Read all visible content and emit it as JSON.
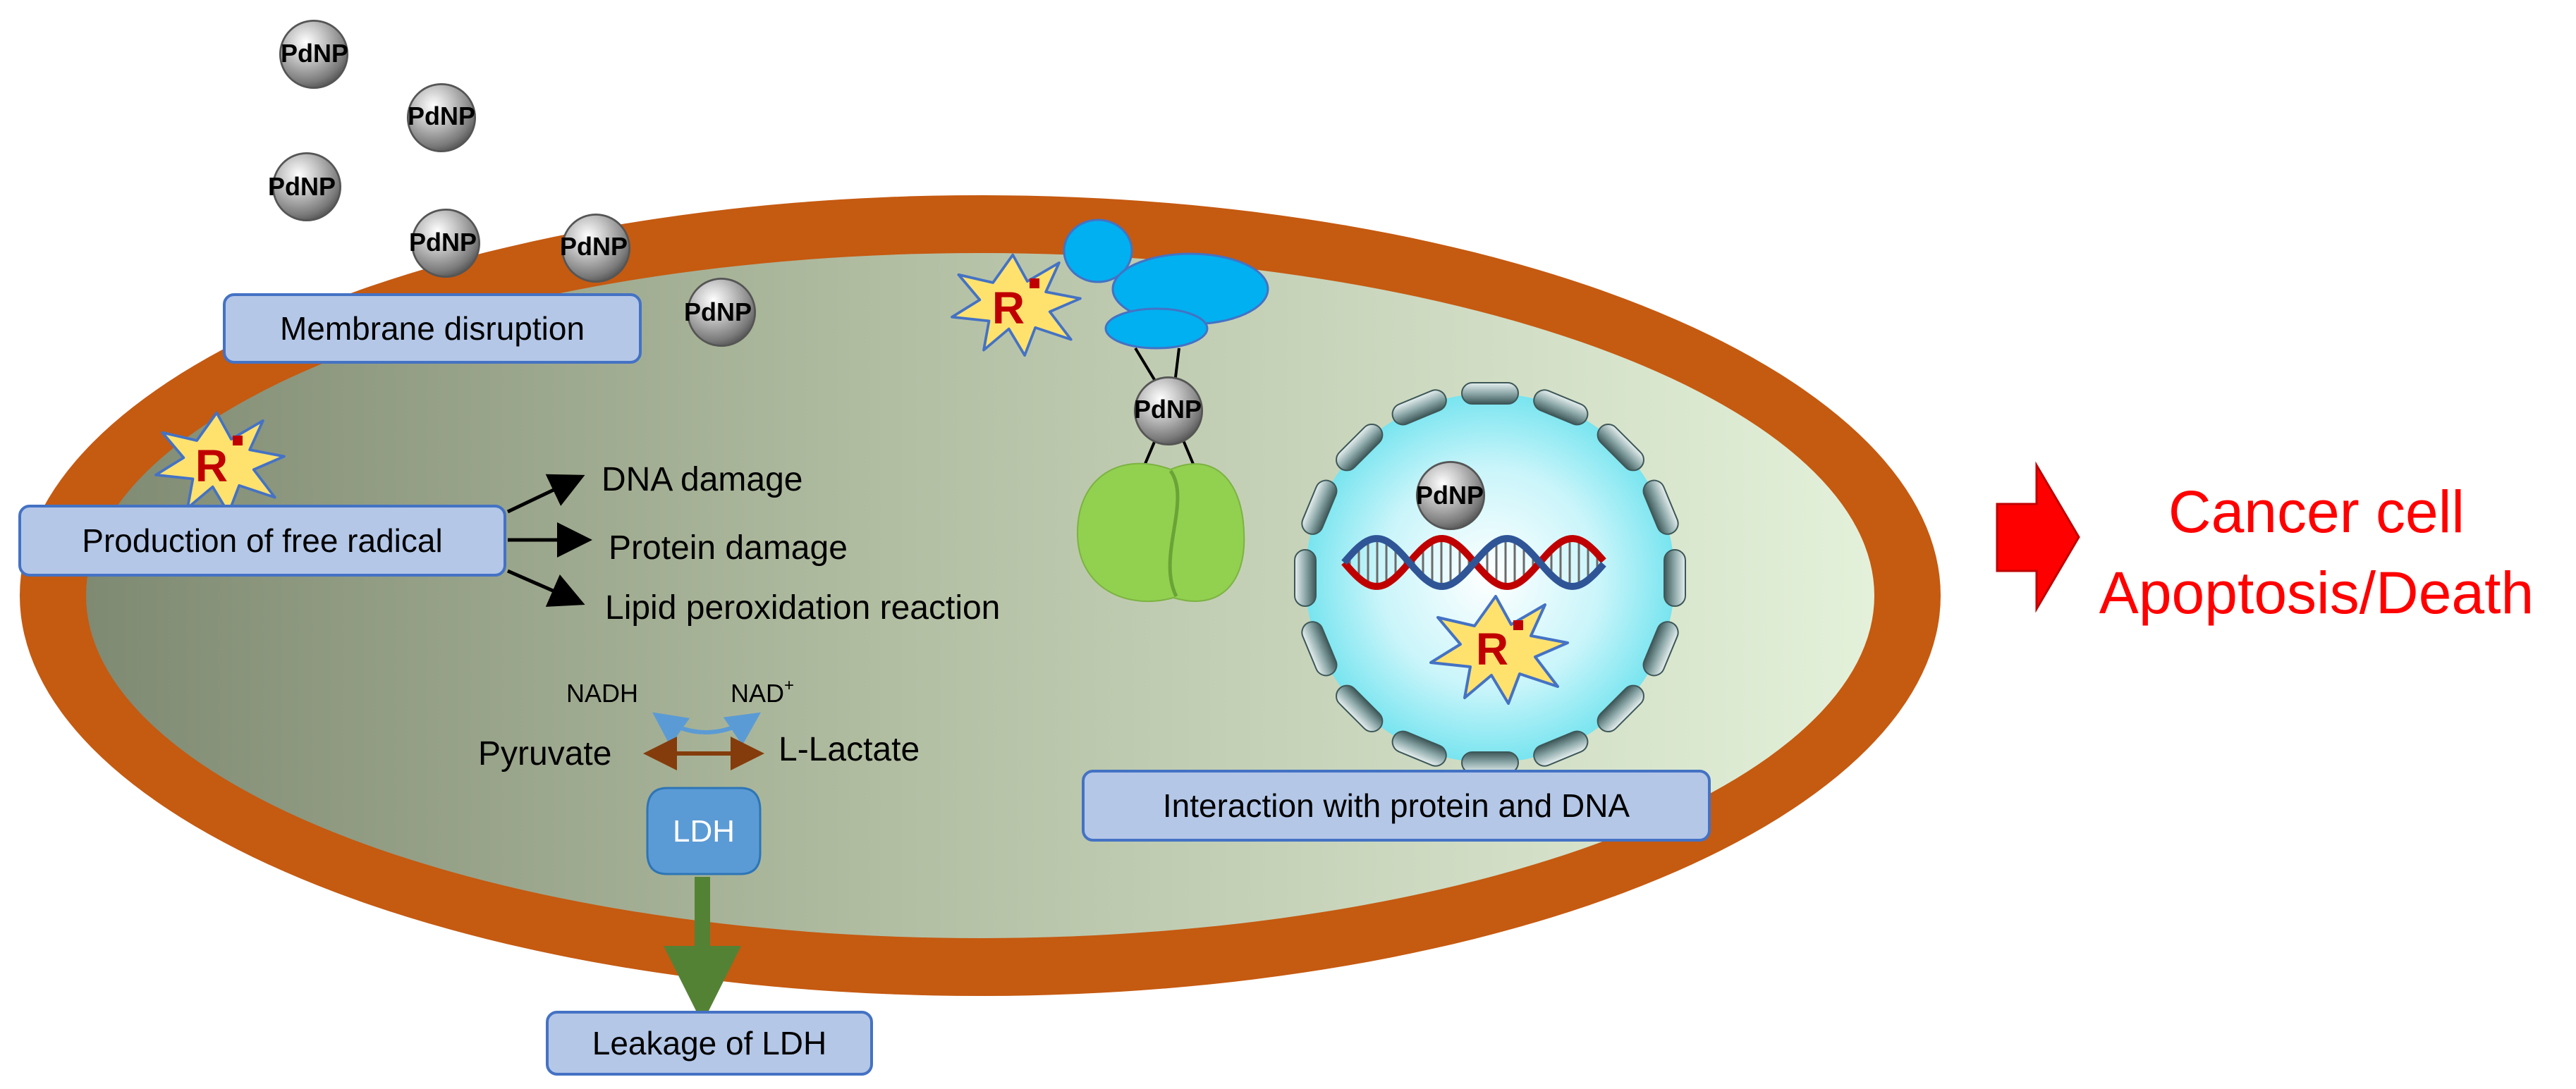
{
  "nanoparticle_label": "PdNP",
  "radical_symbol": "R",
  "boxes": {
    "membrane": "Membrane disruption",
    "free_radical": "Production of free radical",
    "interaction": "Interaction with protein and DNA",
    "leakage": "Leakage of LDH"
  },
  "damage_effects": [
    "DNA damage",
    "Protein damage",
    "Lipid peroxidation reaction"
  ],
  "metabolism": {
    "cofactor_left": "NADH",
    "cofactor_right": "NAD",
    "cofactor_right_superscript": "+",
    "substrate": "Pyruvate",
    "product": "L-Lactate",
    "enzyme": "LDH"
  },
  "outcome": {
    "line1": "Cancer cell",
    "line2": "Apoptosis/Death"
  },
  "colors": {
    "membrane": "#c55a11",
    "cytoplasm_dark": "#7f8a72",
    "cytoplasm_light": "#e4f1da",
    "label_box_fill": "#b4c7e7",
    "label_box_stroke": "#4472c4",
    "nanoparticle": "#8c8c8c",
    "radical_star": "#ffe26e",
    "radical_text": "#c00000",
    "protein_blue": "#00b0f0",
    "protein_green": "#92d050",
    "nucleus": "#c9f5fa",
    "outcome_text": "#ff0000",
    "ldh_fill": "#5b9bd5",
    "leak_arrow": "#548235",
    "dna_red": "#c00000",
    "dna_blue": "#2f5597"
  }
}
